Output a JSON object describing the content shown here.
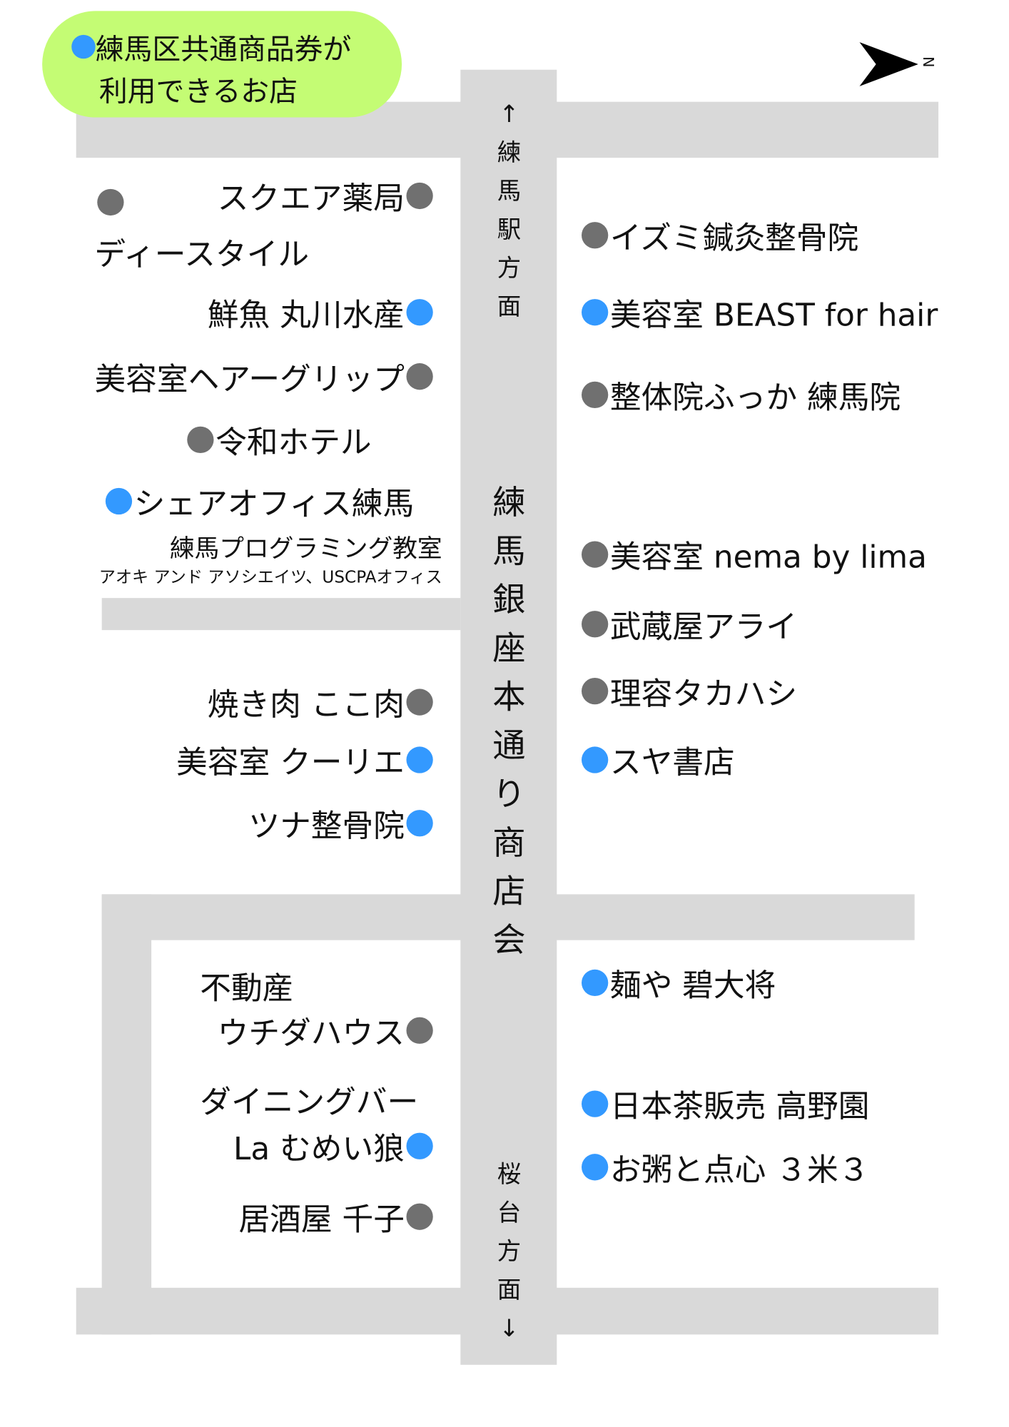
{
  "legend": {
    "line1": "練馬区共通商品券が",
    "line2": "利用できるお店",
    "dot_color": "#3399ff"
  },
  "compass": {
    "label": "N",
    "icon": "north-arrow-icon"
  },
  "street": {
    "north_dir": [
      "↑",
      "練",
      "馬",
      "駅",
      "方",
      "面"
    ],
    "name": [
      "練",
      "馬",
      "銀",
      "座",
      "本",
      "通",
      "り",
      "商",
      "店",
      "会"
    ],
    "south_dir": [
      "桜",
      "台",
      "方",
      "面",
      "↓"
    ]
  },
  "colors": {
    "participating": "#3399ff",
    "non_participating": "#707070",
    "road": "#d9d9d9",
    "legend_bg": "#c4fc74"
  },
  "left_shops": [
    {
      "name": "スクエア薬局",
      "participating": false
    },
    {
      "name": "ディースタイル",
      "participating": false
    },
    {
      "name": "鮮魚 丸川水産",
      "participating": true
    },
    {
      "name": "美容室ヘアーグリップ",
      "participating": false
    },
    {
      "name": "令和ホテル",
      "participating": false
    },
    {
      "name": "シェアオフィス練馬",
      "sub1": "練馬プログラミング教室",
      "sub2": "アオキ アンド アソシエイツ、USCPAオフィス",
      "participating": true
    },
    {
      "name": "焼き肉 ここ肉",
      "participating": false
    },
    {
      "name": "美容室 クーリエ",
      "participating": true
    },
    {
      "name": "ツナ整骨院",
      "participating": true
    },
    {
      "name_line1": "不動産",
      "name_line2": "ウチダハウス",
      "participating": false
    },
    {
      "name_line1": "ダイニングバー",
      "name_line2": "La むめい狼",
      "participating": true
    },
    {
      "name": "居酒屋 千子",
      "participating": false
    }
  ],
  "right_shops": [
    {
      "name": "イズミ鍼灸整骨院",
      "participating": false
    },
    {
      "name": "美容室 BEAST for hair",
      "participating": true
    },
    {
      "name": "整体院ふっか 練馬院",
      "participating": false
    },
    {
      "name": "美容室 nema by lima",
      "participating": false
    },
    {
      "name": "武蔵屋アライ",
      "participating": false
    },
    {
      "name": "理容タカハシ",
      "participating": false
    },
    {
      "name": "スヤ書店",
      "participating": true
    },
    {
      "name": "麺や 碧大将",
      "participating": true
    },
    {
      "name": "日本茶販売 高野園",
      "participating": true
    },
    {
      "name": "お粥と点心 ３米３",
      "participating": true
    }
  ]
}
